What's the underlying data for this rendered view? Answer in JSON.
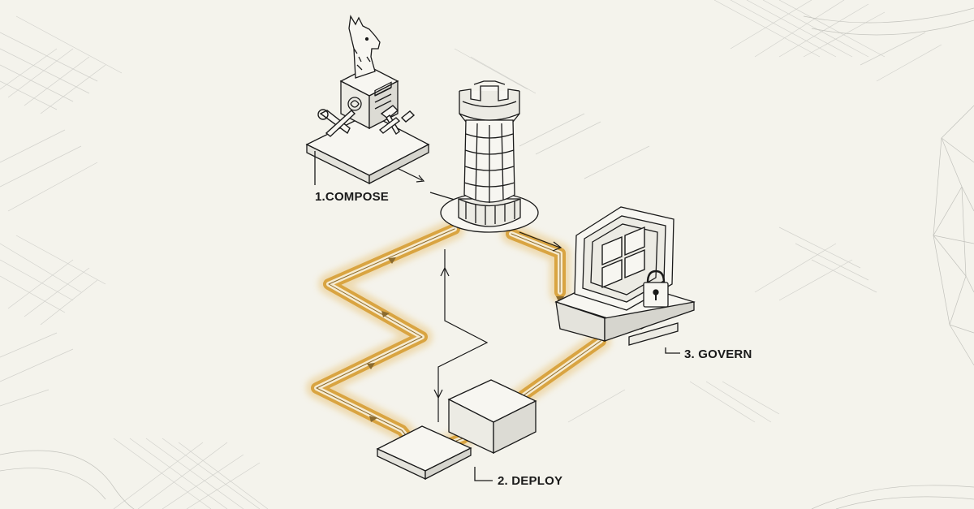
{
  "diagram": {
    "steps": [
      {
        "id": "compose",
        "label": "1.COMPOSE"
      },
      {
        "id": "deploy",
        "label": "2. DEPLOY"
      },
      {
        "id": "govern",
        "label": "3. GOVERN"
      }
    ],
    "colors": {
      "background": "#f4f3ec",
      "ink": "#1a1a1a",
      "path_accent": "#d9a441",
      "path_glow": "#ecd29c",
      "grid": "#c9c9c4"
    },
    "icons": [
      "llama-icon",
      "tools-icon",
      "rook-tower-icon",
      "hexagon-shield-icon",
      "windows-logo-icon",
      "padlock-icon",
      "server-box-icon"
    ]
  }
}
